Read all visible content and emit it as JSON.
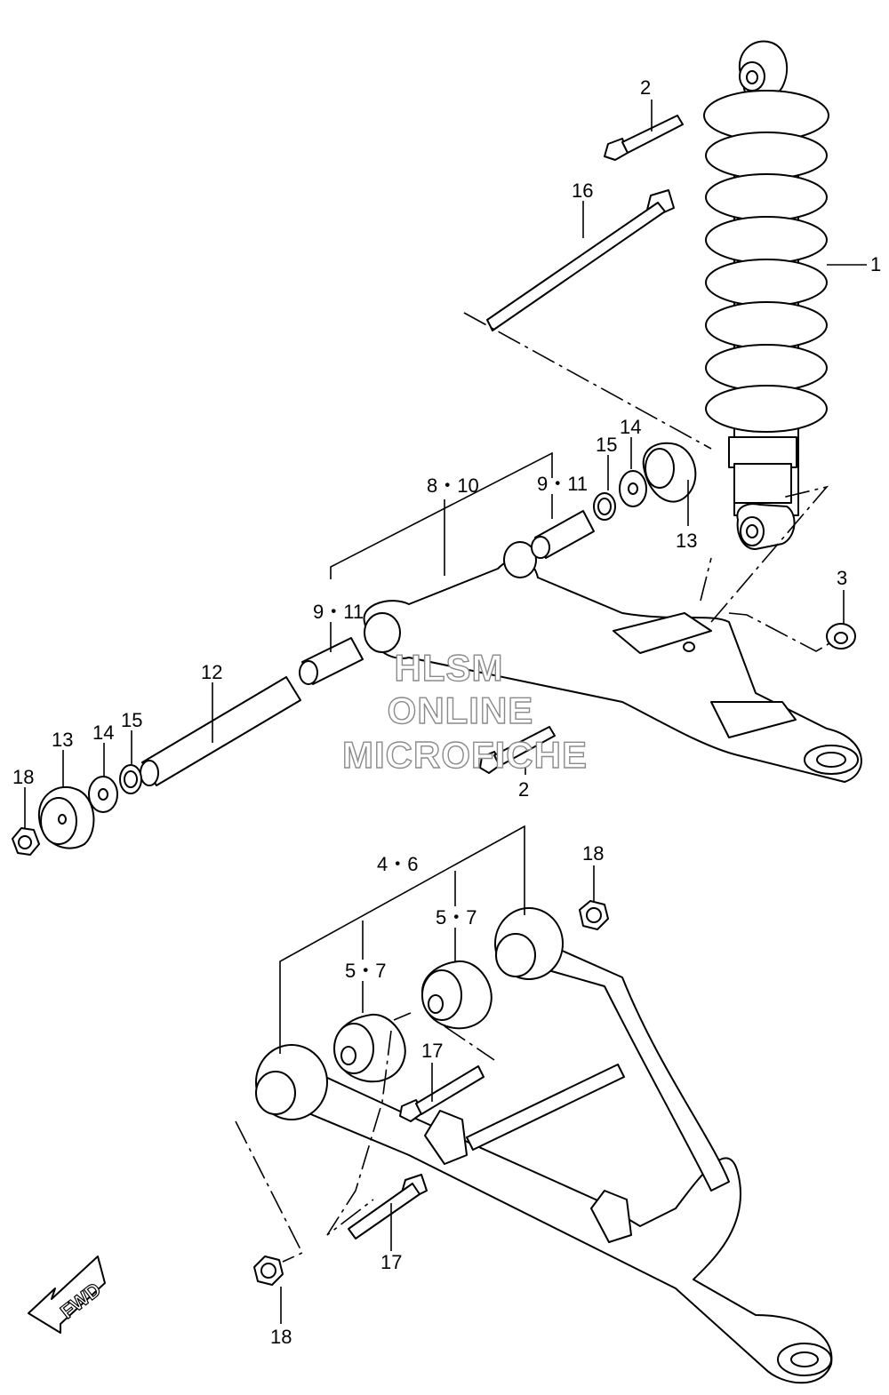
{
  "callouts": {
    "c1": "1",
    "c2_top": "2",
    "c2_mid": "2",
    "c3": "3",
    "c4_6": "4・6",
    "c5_7_left": "5・7",
    "c5_7_right": "5・7",
    "c8_10": "8・10",
    "c9_11_left": "9・11",
    "c9_11_right": "9・11",
    "c12": "12",
    "c13_left": "13",
    "c13_right": "13",
    "c14_left": "14",
    "c14_right": "14",
    "c15_left": "15",
    "c15_right": "15",
    "c16": "16",
    "c17_upper": "17",
    "c17_lower": "17",
    "c18_left": "18",
    "c18_right": "18",
    "c18_bottom": "18"
  },
  "watermark": {
    "line1": "HLSM",
    "line2": "ONLINE",
    "line3": "MICROFICHE"
  },
  "direction_badge": "FWD"
}
